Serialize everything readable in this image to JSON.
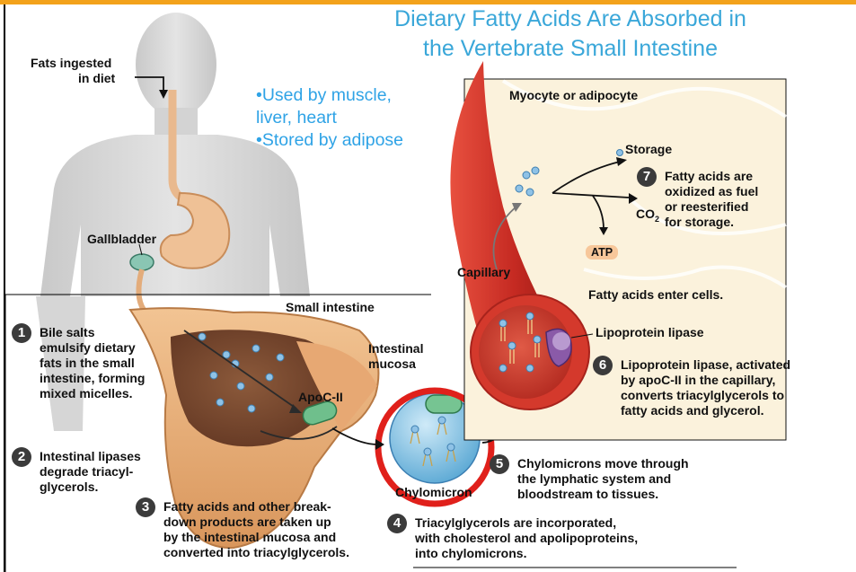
{
  "title_line1": "Dietary Fatty Acids Are Absorbed in",
  "title_line2": "the Vertebrate Small Intestine",
  "bullets": [
    "•Used by muscle,",
    "liver, heart",
    "•Stored by adipose"
  ],
  "labels": {
    "fats_ingested": "Fats ingested",
    "in_diet": "in diet",
    "gallbladder": "Gallbladder",
    "small_intestine": "Small intestine",
    "intestinal": "Intestinal",
    "mucosa": "mucosa",
    "apoc": "ApoC-II",
    "chylomicron": "Chylomicron",
    "myocyte": "Myocyte or adipocyte",
    "storage": "Storage",
    "co2": "CO",
    "co2_sub": "2",
    "atp": "ATP",
    "capillary": "Capillary",
    "fatty_enter": "Fatty acids enter cells.",
    "lipoprotein_lipase": "Lipoprotein lipase"
  },
  "steps": [
    {
      "num": "1",
      "text": "Bile salts\nemulsify dietary\nfats in the small\nintestine, forming\nmixed micelles."
    },
    {
      "num": "2",
      "text": "Intestinal lipases\ndegrade triacyl-\nglycerols."
    },
    {
      "num": "3",
      "text": "Fatty acids and other break-\ndown products are taken up\nby the intestinal mucosa and\nconverted into triacylglycerols."
    },
    {
      "num": "4",
      "text": "Triacylglycerols are incorporated,\nwith cholesterol and apolipoproteins,\ninto chylomicrons."
    },
    {
      "num": "5",
      "text": "Chylomicrons move through\nthe lymphatic system and\nbloodstream to tissues."
    },
    {
      "num": "6",
      "text": "Lipoprotein lipase, activated\nby apoC-II in the capillary,\nconverts triacylglycerols to\nfatty acids and glycerol."
    },
    {
      "num": "7",
      "text": "Fatty acids are\noxidized as fuel\nor reesterified\nfor storage."
    }
  ],
  "colors": {
    "accent_bar": "#f3a21b",
    "title": "#3aa7d9",
    "highlight_ring": "#e0201b",
    "vessel": "#d9342b"
  }
}
